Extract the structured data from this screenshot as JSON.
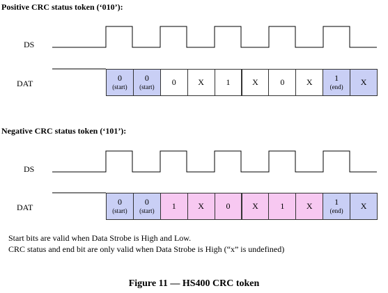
{
  "sections": [
    {
      "title": "Positive CRC status token (‘010’):",
      "ds_label": "DS",
      "dat_label": "DAT",
      "cells": [
        {
          "main": "0",
          "sub": "(start)",
          "color": "#c9cff5"
        },
        {
          "main": "0",
          "sub": "(start)",
          "color": "#c9cff5"
        },
        {
          "main": "0",
          "sub": "",
          "color": "#ffffff"
        },
        {
          "main": "X",
          "sub": "",
          "color": "#ffffff"
        },
        {
          "main": "1",
          "sub": "",
          "color": "#ffffff"
        },
        {
          "main": "X",
          "sub": "",
          "color": "#ffffff"
        },
        {
          "main": "0",
          "sub": "",
          "color": "#ffffff"
        },
        {
          "main": "X",
          "sub": "",
          "color": "#ffffff"
        },
        {
          "main": "1",
          "sub": "(end)",
          "color": "#c9cff5"
        },
        {
          "main": "X",
          "sub": "",
          "color": "#c9cff5"
        }
      ]
    },
    {
      "title": "Negative CRC status token (‘101’):",
      "ds_label": "DS",
      "dat_label": "DAT",
      "cells": [
        {
          "main": "0",
          "sub": "(start)",
          "color": "#c9cff5"
        },
        {
          "main": "0",
          "sub": "(start)",
          "color": "#c9cff5"
        },
        {
          "main": "1",
          "sub": "",
          "color": "#f7c8f1"
        },
        {
          "main": "X",
          "sub": "",
          "color": "#f7c8f1"
        },
        {
          "main": "0",
          "sub": "",
          "color": "#f7c8f1"
        },
        {
          "main": "X",
          "sub": "",
          "color": "#f7c8f1"
        },
        {
          "main": "1",
          "sub": "",
          "color": "#f7c8f1"
        },
        {
          "main": "X",
          "sub": "",
          "color": "#f7c8f1"
        },
        {
          "main": "1",
          "sub": "(end)",
          "color": "#c9cff5"
        },
        {
          "main": "X",
          "sub": "",
          "color": "#c9cff5"
        }
      ]
    }
  ],
  "notes": [
    "Start bits are valid when Data Strobe is High and Low.",
    "CRC status and end bit are only valid when Data Strobe is High (“x” is undefined)"
  ],
  "caption": "Figure 11 — HS400 CRC token"
}
